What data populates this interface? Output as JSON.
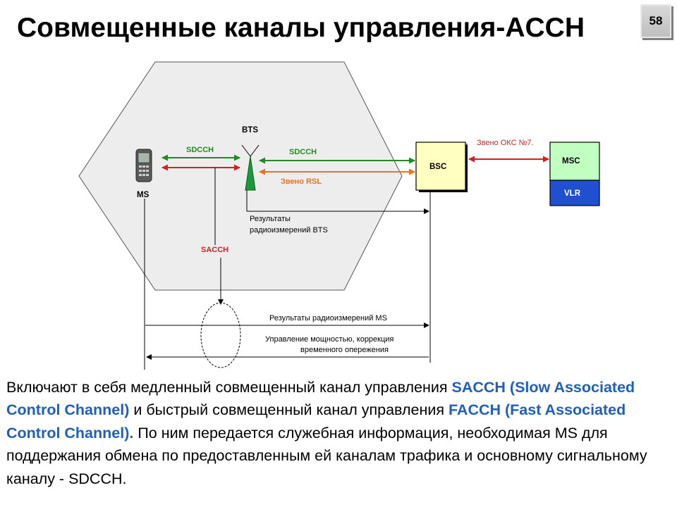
{
  "slide": {
    "title": "Совмещенные каналы управления-ACCH",
    "page_number": "58"
  },
  "diagram": {
    "bts_label": "BTS",
    "ms_label": "MS",
    "bsc_label": "BSC",
    "msc_label": "MSC",
    "vlr_label": "VLR",
    "sdcch_left": "SDCCH",
    "sdcch_right": "SDCCH",
    "rsl_label": "Звено RSL",
    "oks_label": "Звено ОКС №7.",
    "sacch_label": "SACCH",
    "bts_meas_line1": "Результаты",
    "bts_meas_line2": "радиоизмерений BTS",
    "ms_meas": "Результаты радиоизмерений MS",
    "power_line1": "Управление мощностью, коррекция",
    "power_line2": "временного опережения",
    "colors": {
      "green": "#1e8c1e",
      "red": "#d42020",
      "orange": "#f07020",
      "bsc_fill": "#ffffc0",
      "msc_fill": "#c0ffc0",
      "vlr_fill": "#2050d0",
      "hexagon_fill": "#ededed"
    }
  },
  "body": {
    "t1": "Включают в себя медленный совмещенный канал управления ",
    "h1": "SACCH (Slow Associated Control Channel)",
    "t2": " и быстрый совмещенный канал управления ",
    "h2": "FACCH (Fast  Associated Control Channel).",
    "t3": " По ним передается служебная информация, необходимая MS для поддержания обмена по предоставленным ей каналам трафика и основному сигнальному каналу - SDCCH."
  }
}
